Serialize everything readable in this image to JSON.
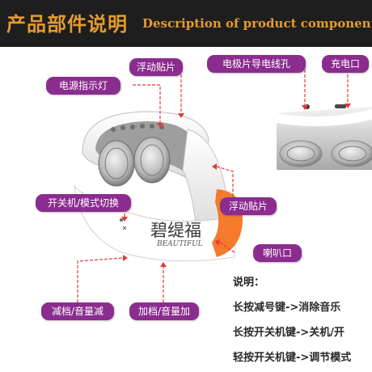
{
  "banner": {
    "title_cn": "产品部件说明",
    "title_en": "Description of product components"
  },
  "labels": {
    "float_pad_top": "浮动贴片",
    "electrode_hole": "电极片导电线孔",
    "charge_port": "充电口",
    "power_indicator": "电源指示灯",
    "power_mode_switch": "开关机/模式切换",
    "float_pad_right": "浮动贴片",
    "speaker": "喇叭口",
    "decrease": "减档/音量减",
    "increase": "加档/音量加"
  },
  "device": {
    "brand_cn": "碧缇福",
    "brand_en": "BEAUTIFUL"
  },
  "notes": {
    "heading": "说明：",
    "lines": [
      "长按减号键->消除音乐",
      "长按开关机键->关机/开",
      "轻按开关机键->调节模式"
    ]
  },
  "colors": {
    "label_bg": "#8b2c8f",
    "banner_bg": "#1e1e1e",
    "banner_text": "#e59b2e",
    "arrow": "#e53935",
    "device_accent": "#f47a2c"
  }
}
